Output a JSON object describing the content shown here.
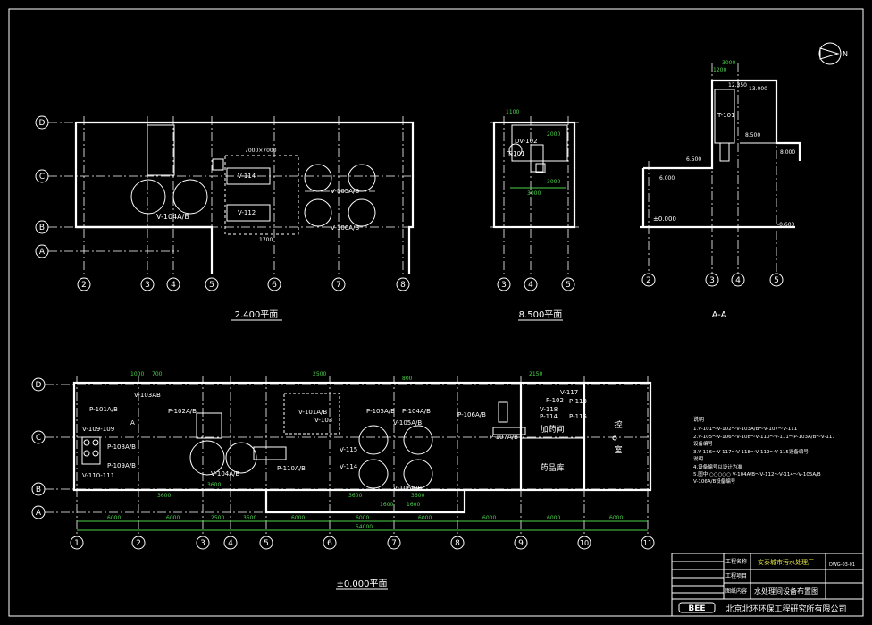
{
  "plan_titles": {
    "top_left": "2.400平面",
    "top_mid": "8.500平面",
    "top_right": "A-A",
    "bottom": "±0.000平面"
  },
  "top_left_axes": {
    "letters": [
      "D",
      "C",
      "B",
      "A"
    ],
    "numbers": [
      "2",
      "3",
      "4",
      "5",
      "6",
      "7",
      "8"
    ]
  },
  "top_mid_axes": {
    "numbers": [
      "3",
      "4",
      "5"
    ]
  },
  "section_axes": {
    "numbers": [
      "2",
      "3",
      "4",
      "5"
    ]
  },
  "bottom_axes": {
    "letters": [
      "D",
      "C",
      "B",
      "A"
    ],
    "numbers": [
      "1",
      "2",
      "3",
      "4",
      "5",
      "6",
      "7",
      "8",
      "9",
      "10",
      "11"
    ]
  },
  "top_left_labels": {
    "v104": "V-104A/B",
    "v114": "V-114",
    "v112": "V-112",
    "v105": "V-105A/B",
    "v106": "V-106A/B",
    "dim": "7000×7000",
    "dim2": "1700"
  },
  "top_mid_labels": {
    "dim_top": "1100",
    "dv102": "DV-102",
    "t101": "T-101",
    "dim_bottom": "3000",
    "dim_left": "2000",
    "dim_right": "3000"
  },
  "section_labels": {
    "dim_top": "3000",
    "dim_top2": "1200",
    "elev_1": "12.350",
    "elev_2": "13.000",
    "t101": "T-101",
    "elev_3": "8.500",
    "elev_4": "8.000",
    "elev_5": "6.500",
    "elev_6": "6.000",
    "elev_7": "±0.000",
    "elev_8": "-0.600"
  },
  "bottom_labels": {
    "p101": "P-101A/B",
    "v103": "V-103AB",
    "p102": "P-102A/B",
    "v109": "V-109-109",
    "p108": "P-108A/B",
    "p109": "P-109A/B",
    "v110": "V-110-111",
    "v104": "V-104A/B",
    "p110": "P-110A/B",
    "v101": "V-101A/B",
    "v103b": "V-103",
    "p105": "P-105A/B",
    "p104": "P-104A/B",
    "v105": "V-105A/B",
    "v115": "V-115",
    "v114": "V-114",
    "v106": "V-106A/B",
    "p106": "P-106A/B",
    "p107": "P-107A/B",
    "v117": "V-117",
    "p102b": "P-102",
    "v118": "V-118",
    "p114": "P-114",
    "p113": "P-113",
    "p115": "P-115",
    "dosing": "加药间",
    "storage": "药品库",
    "control_1": "控",
    "control_2": "室",
    "label_a": "A"
  },
  "bottom_dims": {
    "seg": [
      "6000",
      "6000",
      "2500",
      "3500",
      "6000",
      "6000",
      "6000",
      "6000",
      "6000",
      "6000"
    ],
    "total": "54000",
    "inner": [
      "3600",
      "3600",
      "3600",
      "3600",
      "1600",
      "1600"
    ],
    "top": [
      "1000",
      "700",
      "2500",
      "800",
      "2150"
    ]
  },
  "notes": {
    "title": "说明",
    "lines": [
      "1.V-101～V-102～V-103A/B～V-107～V-111",
      "2.V-105～V-106～V-108～V-110～V-111～P-103A/B～V-117",
      "  设备编号",
      "3.V-116～V-117～V-118～V-119～V-115设备编号",
      "  说明",
      "4.设备编号以设计为准",
      "5.图中 ○○○○○ V-104A/B～V-112～V-114～V-105A/B",
      "  V-106A/B设备编号"
    ]
  },
  "title_block": {
    "project_label": "工程名称",
    "project_name": "安泰城市污水处理厂",
    "item_label": "工程项目",
    "content_label": "图纸内容",
    "drawing_title": "水处理间设备布置图",
    "drawing_no": "DWG-03-01",
    "company": "北京北环环保工程研究所有限公司",
    "logo": "BEE"
  },
  "north": "N",
  "colors": {
    "background": "#000000",
    "line": "#ffffff",
    "accent": "#e8e84a",
    "dim": "#4ad24a"
  }
}
